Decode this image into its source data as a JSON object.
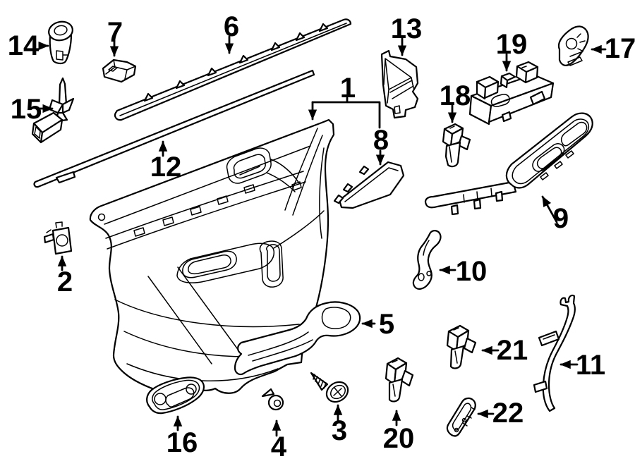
{
  "figure": {
    "description": "Exploded line-art diagram of a front door interior trim panel and its hardware",
    "background_color": "#ffffff",
    "line_color": "#000000",
    "callouts": {
      "c1": "1",
      "c2": "2",
      "c3": "3",
      "c4": "4",
      "c5": "5",
      "c6": "6",
      "c7": "7",
      "c8": "8",
      "c9": "9",
      "c10": "10",
      "c11": "11",
      "c12": "12",
      "c13": "13",
      "c14": "14",
      "c15": "15",
      "c16": "16",
      "c17": "17",
      "c18": "18",
      "c19": "19",
      "c20": "20",
      "c21": "21",
      "c22": "22"
    }
  }
}
